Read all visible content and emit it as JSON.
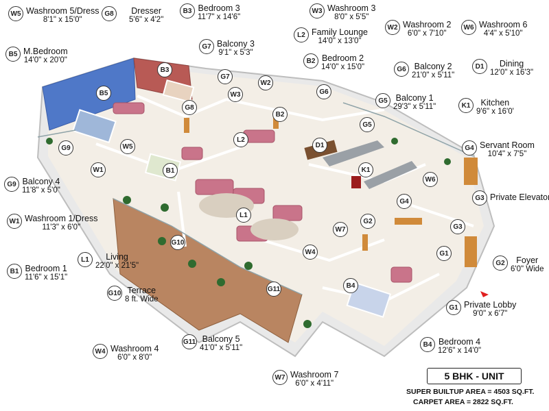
{
  "legend": [
    {
      "code": "W5",
      "name": "Washroom 5/Dress",
      "dim": "8'1\" x 15'0\""
    },
    {
      "code": "G8",
      "name": "Dresser",
      "dim": "5'6\" x 4'2\""
    },
    {
      "code": "B3",
      "name": "Bedroom 3",
      "dim": "11'7\" x 14'6\""
    },
    {
      "code": "W3",
      "name": "Washroom 3",
      "dim": "8'0\" x 5'5\""
    },
    {
      "code": "W2",
      "name": "Washroom 2",
      "dim": "6'0\" x 7'10\""
    },
    {
      "code": "W6",
      "name": "Washroom 6",
      "dim": "4'4\" x 5'10\""
    },
    {
      "code": "L2",
      "name": "Family Lounge",
      "dim": "14'0\" x 13'0\""
    },
    {
      "code": "B5",
      "name": "M.Bedroom",
      "dim": "14'0\" x 20'0\""
    },
    {
      "code": "G7",
      "name": "Balcony 3",
      "dim": "9'1\" x 5'3\""
    },
    {
      "code": "B2",
      "name": "Bedroom 2",
      "dim": "14'0\" x 15'0\""
    },
    {
      "code": "G6",
      "name": "Balcony 2",
      "dim": "21'0\" x 5'11\""
    },
    {
      "code": "D1",
      "name": "Dining",
      "dim": "12'0\" x 16'3\""
    },
    {
      "code": "G5",
      "name": "Balcony 1",
      "dim": "29'3\" x 5'11\""
    },
    {
      "code": "K1",
      "name": "Kitchen",
      "dim": "9'6\" x 16'0'"
    },
    {
      "code": "G4",
      "name": "Servant Room",
      "dim": "10'4\" x 7'5\""
    },
    {
      "code": "G9",
      "name": "Balcony 4",
      "dim": "11'8\" x 5'0\""
    },
    {
      "code": "G3",
      "name": "Private Elevator",
      "dim": ""
    },
    {
      "code": "W1",
      "name": "Washroom 1/Dress",
      "dim": "11'3\" x 6'0\""
    },
    {
      "code": "L1",
      "name": "Living",
      "dim": "22'0\" x 21'5\""
    },
    {
      "code": "G2",
      "name": "Foyer",
      "dim": "6'0\" Wide"
    },
    {
      "code": "B1",
      "name": "Bedroom 1",
      "dim": "11'6\" x 15'1\""
    },
    {
      "code": "G10",
      "name": "Terrace",
      "dim": "8 ft. Wide"
    },
    {
      "code": "G1",
      "name": "Private Lobby",
      "dim": "9'0\" x 6'7\""
    },
    {
      "code": "W4",
      "name": "Washroom 4",
      "dim": "6'0\" x 8'0\""
    },
    {
      "code": "G11",
      "name": "Balcony 5",
      "dim": "41'0\" x 5'11\""
    },
    {
      "code": "B4",
      "name": "Bedroom 4",
      "dim": "12'6\" x 14'0\""
    },
    {
      "code": "W7",
      "name": "Washroom 7",
      "dim": "6'0\" x 4'11\""
    }
  ],
  "unit": {
    "title": "5 BHK - UNIT",
    "super_builtup": "SUPER BUILTUP AREA = 4503 SQ.FT.",
    "carpet": "CARPET AREA = 2822 SQ.FT."
  },
  "colors": {
    "master_wall": "#4f78c8",
    "bedroom3_wall": "#b85a55",
    "terrace": "#b98561",
    "floor": "#f3eee6",
    "wall": "#eaeaea",
    "sofa": "#c9748a",
    "door": "#d08a3a"
  }
}
